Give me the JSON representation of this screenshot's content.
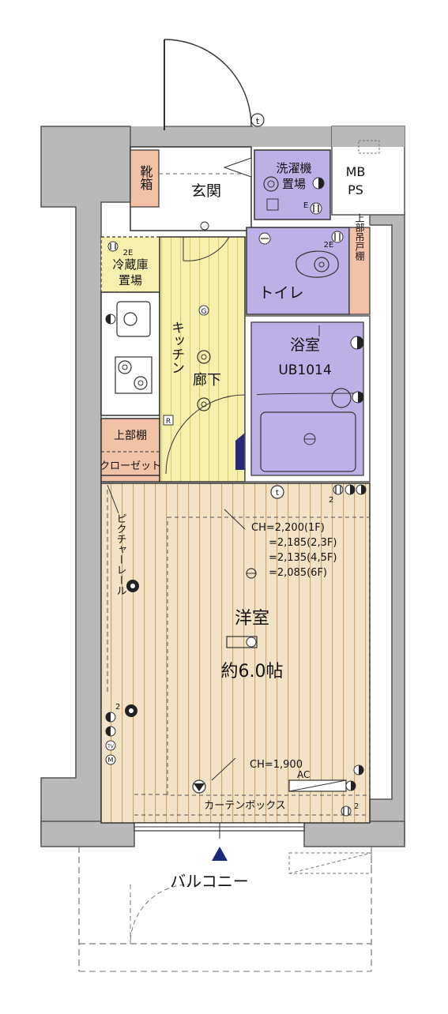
{
  "rooms": {
    "entrance": "玄関",
    "shoe_box": "靴箱",
    "washer_line1": "洗濯機",
    "washer_line2": "置場",
    "mb": "MB",
    "ps": "PS",
    "fridge_line1": "冷蔵庫",
    "fridge_line2": "置場",
    "fridge_mark": "2E",
    "toilet": "トイレ",
    "toilet_mark": "2E",
    "upper_shelf_toilet": "上部吊戸棚",
    "kitchen": "キッチン",
    "hallway": "廊下",
    "bath": "浴室",
    "bath_unit": "UB1014",
    "upper_shelf": "上部棚",
    "closet": "クローゼット",
    "picture_rail": "ピクチャーレール",
    "western_room": "洋室",
    "room_size": "約6.0帖",
    "curtain_box": "カーテンボックス",
    "balcony": "バルコニー"
  },
  "ceiling_heights": {
    "line1": "CH=2,200(1F)",
    "line2": "=2,185(2,3F)",
    "line3": "=2,135(4,5F)",
    "line4": "=2,085(6F)",
    "curtain_ch": "CH=1,900"
  },
  "symbols": {
    "ac": "AC",
    "e_mark": "E",
    "r_mark": "R",
    "g_mark": "G",
    "t_mark": "t",
    "two": "2",
    "tv": "TV",
    "m": "M"
  },
  "colors": {
    "wall": "#b9b9b9",
    "floor_wood": "#f3e3c6",
    "floor_line": "#c9a06a",
    "wet_area": "#bdb0e6",
    "kitchen_floor": "#f6f0ae",
    "storage": "#f2c2a6",
    "line": "#2a2a2a"
  }
}
